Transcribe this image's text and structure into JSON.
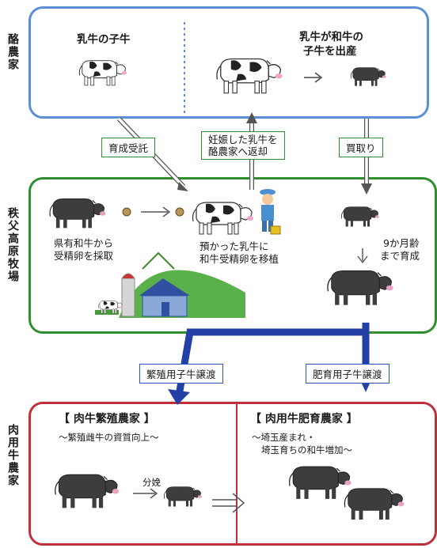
{
  "sections": {
    "dairy": {
      "label": "酪農家"
    },
    "ranch": {
      "label": "秩父高原牧場"
    },
    "beef": {
      "label": "肉用牛農家"
    }
  },
  "dairy": {
    "dairy_calf": "乳牛の子牛",
    "birth_text_1": "乳牛が和牛の",
    "birth_text_2": "子牛を出産"
  },
  "arrows": {
    "consign": "育成受託",
    "return_1": "妊娠した乳牛を",
    "return_2": "酪農家へ返却",
    "buy": "買取り",
    "breeding_transfer": "繁殖用子牛譲渡",
    "fattening_transfer": "肥育用子牛譲渡"
  },
  "ranch": {
    "egg_1": "県有和牛から",
    "egg_2": "受精卵を採取",
    "transplant_1": "預かった乳牛に",
    "transplant_2": "和牛受精卵を移植",
    "raise_1": "9か月齢",
    "raise_2": "まで育成"
  },
  "beef": {
    "breeding_title": "【 肉牛繁殖農家 】",
    "breeding_sub": "～繁殖雌牛の資質向上～",
    "birth_label": "分娩",
    "fattening_title": "【 肉用牛肥育農家 】",
    "fattening_sub_1": "～埼玉産まれ・",
    "fattening_sub_2": "埼玉育ちの和牛増加～"
  },
  "colors": {
    "dairy_border": "#5a8fd8",
    "ranch_border": "#2f8f2f",
    "beef_border": "#c0303a",
    "transfer_arrow": "#2340a8",
    "wagyu": "#3d3d3d",
    "holstein_spot": "#222222"
  }
}
